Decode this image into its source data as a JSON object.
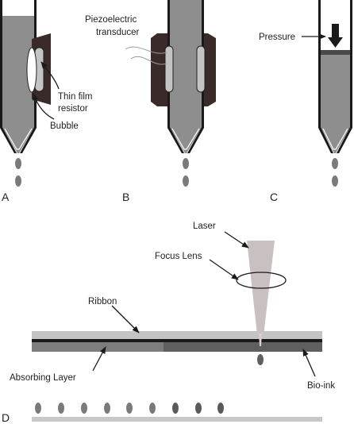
{
  "colors": {
    "liquid": "#8e8e8e",
    "wall": "#1a1a1a",
    "transducer": "#3a2a2a",
    "element": "#c4c4c4",
    "drop": "#7a7a7a",
    "laser": "#c9c1c1",
    "ribbon": "#c4c4c4",
    "absorbing": "#7d7d7d",
    "bioink": "#5f5f5f",
    "substrate": "#c8c8c8"
  },
  "panels": {
    "a": {
      "letter": "A",
      "label_film_line1": "Thin film",
      "label_film_line2": "resistor",
      "label_bubble": "Bubble"
    },
    "b": {
      "letter": "B",
      "label_piezo_line1": "Piezoelectric",
      "label_piezo_line2": "transducer"
    },
    "c": {
      "letter": "C",
      "label_pressure": "Pressure"
    },
    "d": {
      "letter": "D",
      "label_laser": "Laser",
      "label_focus": "Focus Lens",
      "label_ribbon": "Ribbon",
      "label_absorbing": "Absorbing Layer",
      "label_bioink": "Bio-ink"
    }
  }
}
